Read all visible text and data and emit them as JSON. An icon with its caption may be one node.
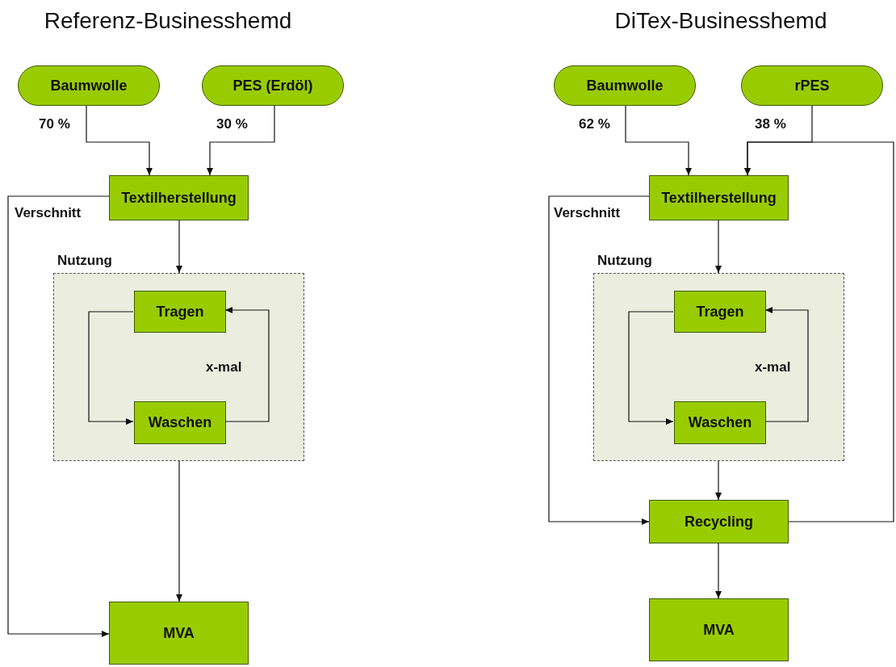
{
  "diagram": {
    "nodes": [
      {
        "text": [
          "Baumwolle"
        ]
      },
      {
        "text": [
          "PES (Erdöl)"
        ]
      },
      {
        "text": [
          "Textilherstellung"
        ]
      },
      {
        "text": [
          "Nutzung"
        ]
      },
      {
        "text": [
          "Tragen"
        ],
        "in": 3
      },
      {
        "text": [
          "Waschen"
        ],
        "in": 3
      },
      {
        "text": [
          "MVA"
        ]
      },
      {
        "text": [
          "Baumwolle"
        ]
      },
      {
        "text": [
          "rPES"
        ]
      },
      {
        "text": [
          "Textilherstellung"
        ]
      },
      {
        "text": [
          "Nutzung"
        ]
      },
      {
        "text": [
          "Tragen"
        ],
        "in": 10
      },
      {
        "text": [
          "Waschen"
        ],
        "in": 10
      },
      {
        "text": [
          "Recycling"
        ]
      },
      {
        "text": [
          "MVA"
        ]
      }
    ],
    "edges": [
      {
        "from": 0,
        "to": 2,
        "arrow": "to",
        "label": "70 %"
      },
      {
        "from": 1,
        "to": 2,
        "arrow": "to",
        "label": "30 %"
      },
      {
        "from": 2,
        "to": 6,
        "arrow": "to",
        "label": "Verschnitt"
      },
      {
        "from": 2,
        "to": 3,
        "arrow": "to"
      },
      {
        "from": 4,
        "to": 5,
        "arrow": "to"
      },
      {
        "from": 5,
        "to": 4,
        "arrow": "to",
        "label": "x-mal"
      },
      {
        "from": 3,
        "to": 6,
        "arrow": "to"
      },
      {
        "from": 7,
        "to": 9,
        "arrow": "to",
        "label": "62 %"
      },
      {
        "from": 8,
        "to": 9,
        "arrow": "to",
        "label": "38 %"
      },
      {
        "from": 9,
        "to": 13,
        "arrow": "to",
        "label": "Verschnitt"
      },
      {
        "from": 9,
        "to": 10,
        "arrow": "to"
      },
      {
        "from": 11,
        "to": 12,
        "arrow": "to"
      },
      {
        "from": 12,
        "to": 11,
        "arrow": "to",
        "label": "x-mal"
      },
      {
        "from": 10,
        "to": 13,
        "arrow": "to"
      },
      {
        "from": 13,
        "to": 14,
        "arrow": "to"
      },
      {
        "from": 13,
        "to": 9,
        "arrow": "to"
      }
    ],
    "labels": [
      "Referenz-Businesshemd",
      "DiTex-Businesshemd"
    ]
  }
}
